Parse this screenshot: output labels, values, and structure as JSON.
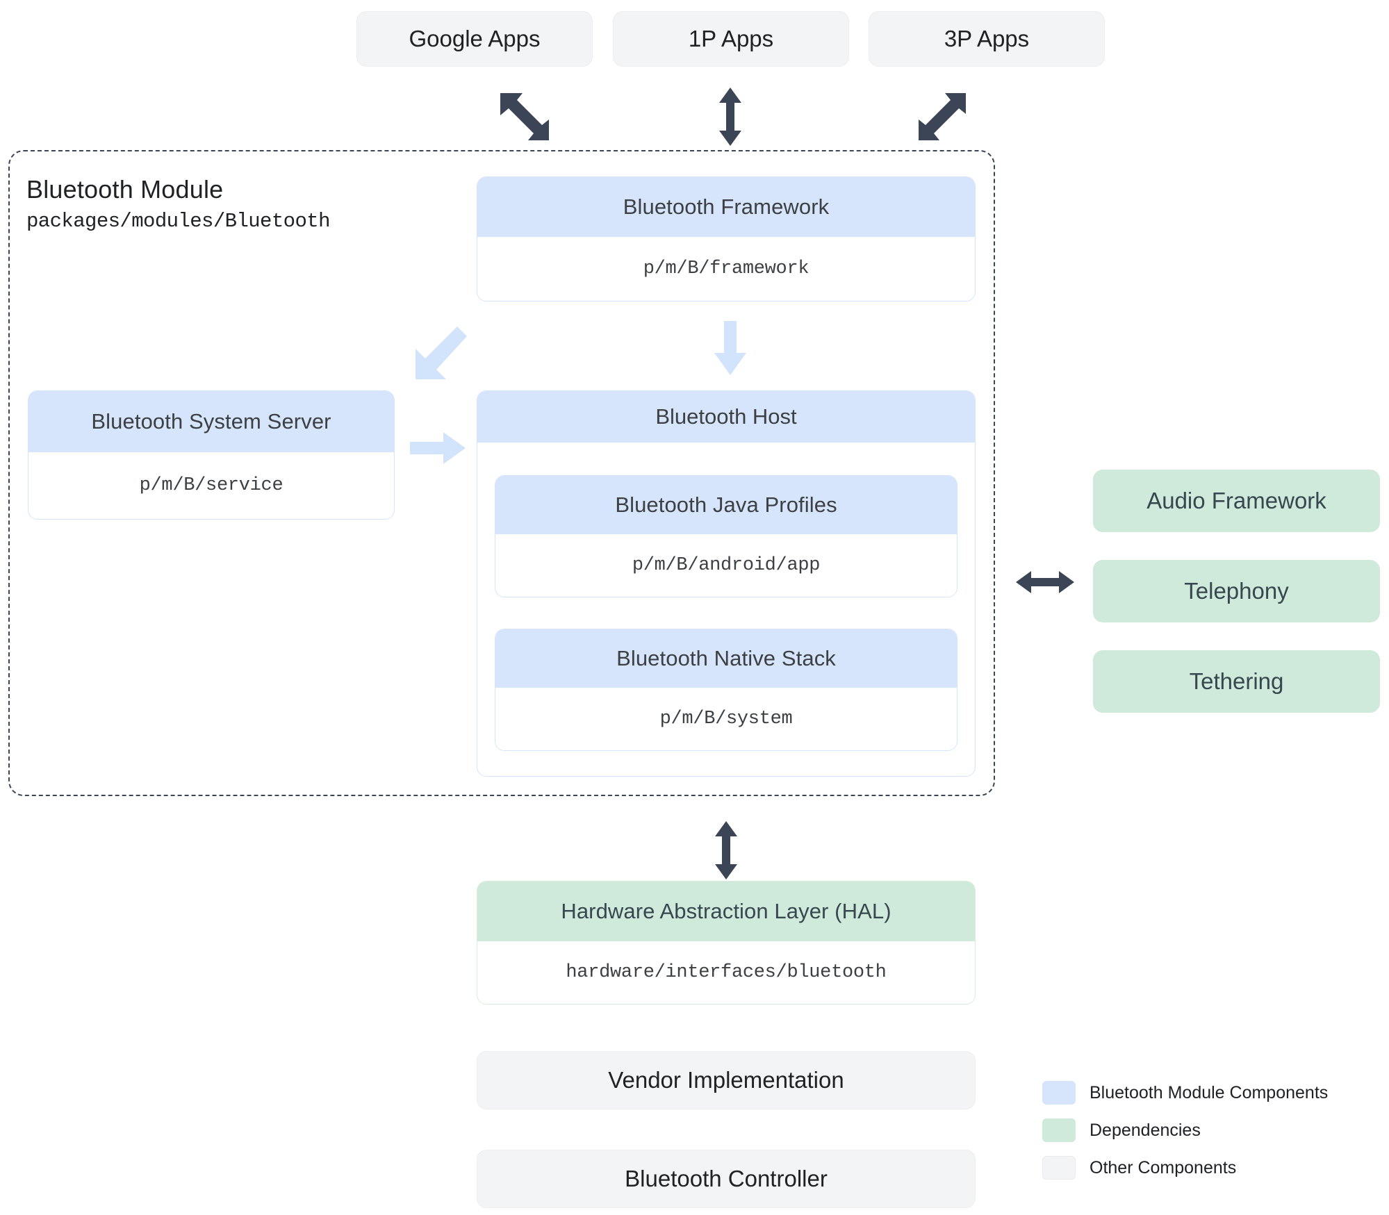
{
  "top_apps": [
    {
      "label": "Google Apps",
      "arrow": "double-diagonal-nwse-arrow"
    },
    {
      "label": "1P Apps",
      "arrow": "double-vertical-arrow"
    },
    {
      "label": "3P Apps",
      "arrow": "double-diagonal-nesw-arrow"
    }
  ],
  "module": {
    "title": "Bluetooth Module",
    "path": "packages/modules/Bluetooth",
    "framework": {
      "title": "Bluetooth Framework",
      "path": "p/m/B/framework"
    },
    "system_server": {
      "title": "Bluetooth System Server",
      "path": "p/m/B/service"
    },
    "host": {
      "title": "Bluetooth Host",
      "children": [
        {
          "title": "Bluetooth Java Profiles",
          "path": "p/m/B/android/app"
        },
        {
          "title": "Bluetooth Native Stack",
          "path": "p/m/B/system"
        }
      ]
    }
  },
  "dependencies": [
    {
      "label": "Audio Framework"
    },
    {
      "label": "Telephony"
    },
    {
      "label": "Tethering"
    }
  ],
  "hal": {
    "title": "Hardware Abstraction Layer (HAL)",
    "path": "hardware/interfaces/bluetooth"
  },
  "bottom_blocks": [
    {
      "label": "Vendor Implementation"
    },
    {
      "label": "Bluetooth Controller"
    }
  ],
  "legend": [
    {
      "label": "Bluetooth Module Components",
      "color": "#d7e5fc"
    },
    {
      "label": "Dependencies",
      "color": "#cfeada"
    },
    {
      "label": "Other Components",
      "color": "#f2f4f5"
    }
  ],
  "arrows": {
    "framework_to_host": "blue-down-arrow",
    "framework_to_system_server": "blue-diagonal-sw-arrow",
    "system_server_to_host": "blue-right-arrow",
    "host_to_dependencies": "double-horizontal-arrow",
    "module_to_hal": "double-vertical-arrow"
  },
  "colors": {
    "module_component": "#d7e5fc",
    "dependency": "#cfeada",
    "other_component": "#f2f4f5",
    "arrow_dark": "#3c4556",
    "arrow_blue": "#d2e3fc",
    "boundary": "#3c4556"
  }
}
